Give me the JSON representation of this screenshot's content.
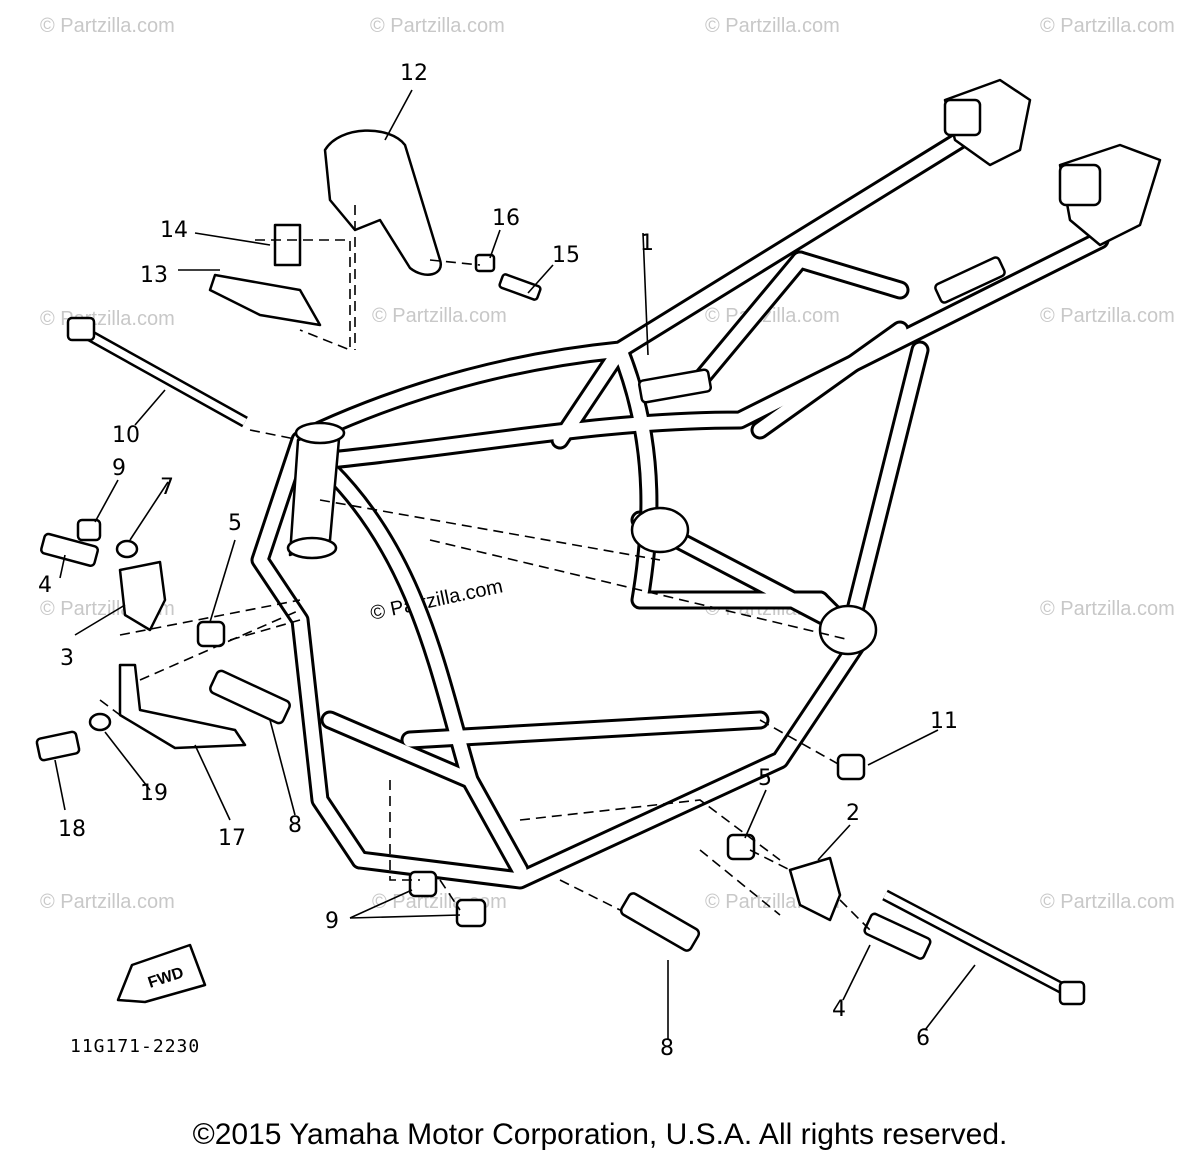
{
  "watermark": {
    "text": "© Partzilla.com",
    "center_text": "© Partzilla.com",
    "color": "#c8c8c8"
  },
  "diagram_code": "11G171-2230",
  "fwd_label": "FWD",
  "copyright": "©2015 Yamaha Motor Corporation, U.S.A. All rights reserved.",
  "callouts": {
    "c1": "1",
    "c2": "2",
    "c3": "3",
    "c4a": "4",
    "c4b": "4",
    "c5a": "5",
    "c5b": "5",
    "c6": "6",
    "c7": "7",
    "c8a": "8",
    "c8b": "8",
    "c9a": "9",
    "c9b": "9",
    "c10": "10",
    "c11": "11",
    "c12": "12",
    "c13": "13",
    "c14": "14",
    "c15": "15",
    "c16": "16",
    "c17": "17",
    "c18": "18",
    "c19": "19"
  }
}
